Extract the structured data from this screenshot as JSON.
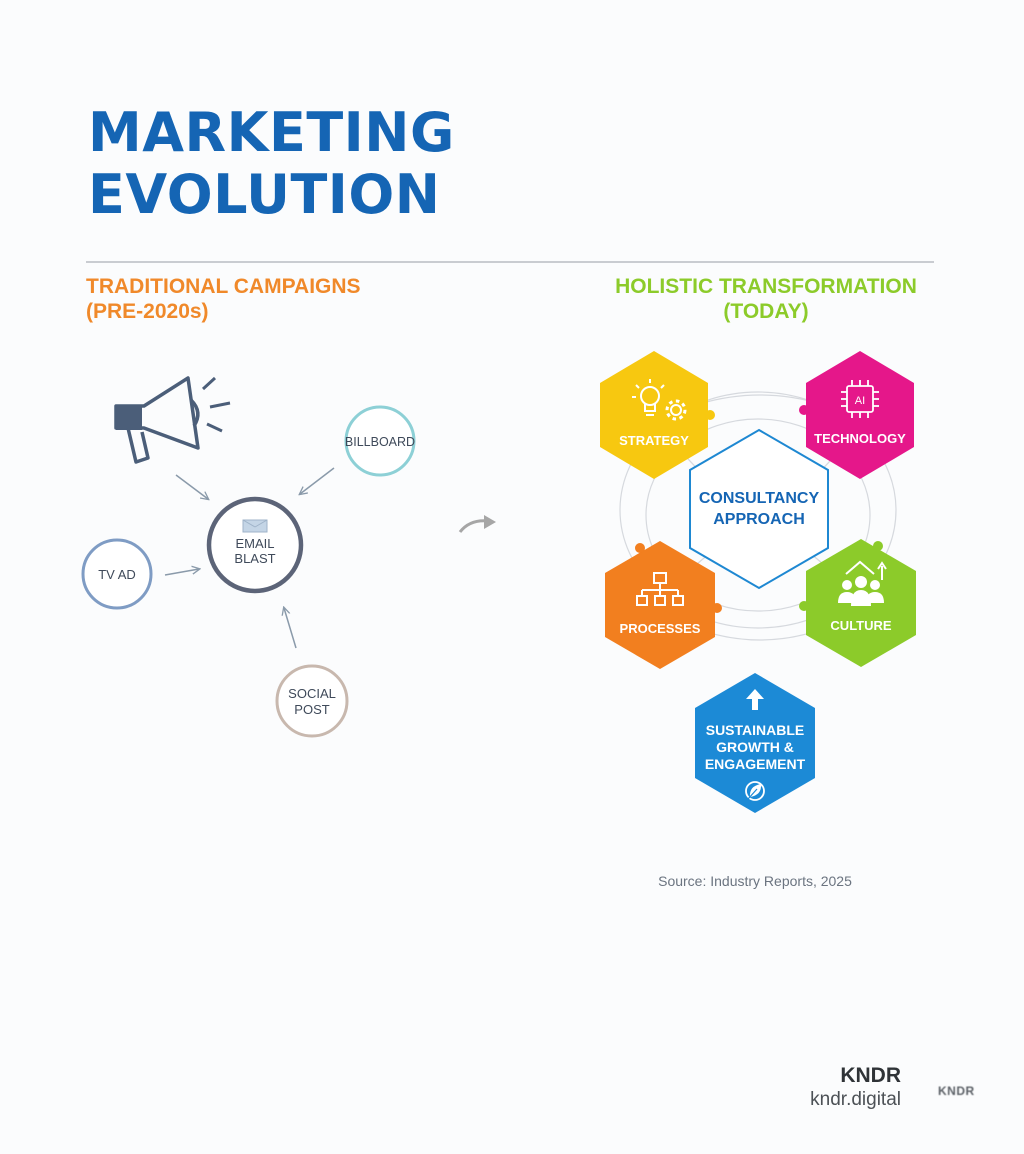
{
  "title": {
    "line1": "MARKETING",
    "line2": "EVOLUTION"
  },
  "traditional": {
    "heading_line1": "TRADITIONAL CAMPAIGNS",
    "heading_line2": "(PRE-2020s)",
    "center": {
      "line1": "EMAIL",
      "line2": "BLAST"
    },
    "nodes": {
      "billboard": "BILLBOARD",
      "tv_ad": "TV AD",
      "social_line1": "SOCIAL",
      "social_line2": "POST"
    },
    "icons": [
      "megaphone-icon",
      "email-icon"
    ]
  },
  "holistic": {
    "heading_line1": "HOLISTIC TRANSFORMATION",
    "heading_line2": "(TODAY)",
    "center": {
      "line1": "CONSULTANCY",
      "line2": "APPROACH"
    },
    "strategy": {
      "label": "STRATEGY",
      "color": "#f7c810",
      "icon": "lightbulb-gear-icon"
    },
    "technology": {
      "label": "TECHNOLOGY",
      "color": "#e5178a",
      "icon": "ai-chip-icon"
    },
    "processes": {
      "label": "PROCESSES",
      "color": "#f27f1f",
      "icon": "org-chart-icon"
    },
    "culture": {
      "label": "CULTURE",
      "color": "#8ccb2a",
      "icon": "people-growth-icon"
    },
    "outcome": {
      "line1": "SUSTAINABLE",
      "line2": "GROWTH &",
      "line3": "ENGAGEMENT",
      "color": "#1c8ad6",
      "icons": [
        "arrow-up-icon",
        "leaf-icon"
      ]
    }
  },
  "chip_label": "AI",
  "source": "Source: Industry Reports, 2025",
  "brand": {
    "name": "KNDR",
    "url": "kndr.digital",
    "mark": "KNDR"
  }
}
